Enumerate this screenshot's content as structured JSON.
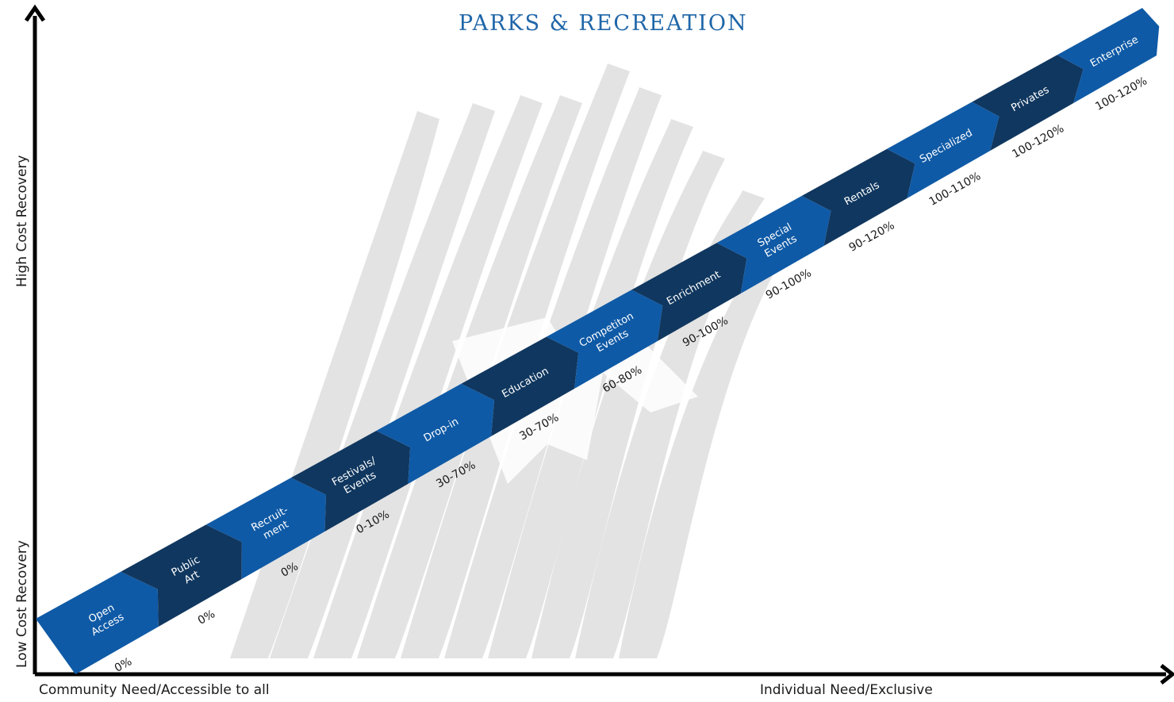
{
  "brand": {
    "name": "PARKS & RECREATION"
  },
  "axes": {
    "y_high": "High  Cost Recovery",
    "y_low": "Low Cost Recovery",
    "x_left": "Community Need/Accessible to all",
    "x_right": "Individual Need/Exclusive"
  },
  "colors": {
    "light": "#0f5aa6",
    "dark": "#10375f",
    "text": "#ffffff",
    "pct": "#1a1a1a",
    "axis": "#000000",
    "watermark": "#e3e3e3"
  },
  "steps": [
    {
      "lines": [
        "Open",
        "Access"
      ],
      "pct": "0%",
      "tone": "light"
    },
    {
      "lines": [
        "Public",
        "Art"
      ],
      "pct": "0%",
      "tone": "dark"
    },
    {
      "lines": [
        "Recruit-",
        "ment"
      ],
      "pct": "0%",
      "tone": "light"
    },
    {
      "lines": [
        "Festivals/",
        "Events"
      ],
      "pct": "0-10%",
      "tone": "dark"
    },
    {
      "lines": [
        "Drop-in"
      ],
      "pct": "30-70%",
      "tone": "light"
    },
    {
      "lines": [
        "Education"
      ],
      "pct": "30-70%",
      "tone": "dark"
    },
    {
      "lines": [
        "Competiton",
        "Events"
      ],
      "pct": "60-80%",
      "tone": "light"
    },
    {
      "lines": [
        "Enrichment"
      ],
      "pct": "90-100%",
      "tone": "dark"
    },
    {
      "lines": [
        "Special",
        "Events"
      ],
      "pct": "90-100%",
      "tone": "light"
    },
    {
      "lines": [
        "Rentals"
      ],
      "pct": "90-120%",
      "tone": "dark"
    },
    {
      "lines": [
        "Specialized"
      ],
      "pct": "100-110%",
      "tone": "light"
    },
    {
      "lines": [
        "Privates"
      ],
      "pct": "100-120%",
      "tone": "dark"
    },
    {
      "lines": [
        "Enterprise"
      ],
      "pct": "100-120%",
      "tone": "light"
    }
  ]
}
